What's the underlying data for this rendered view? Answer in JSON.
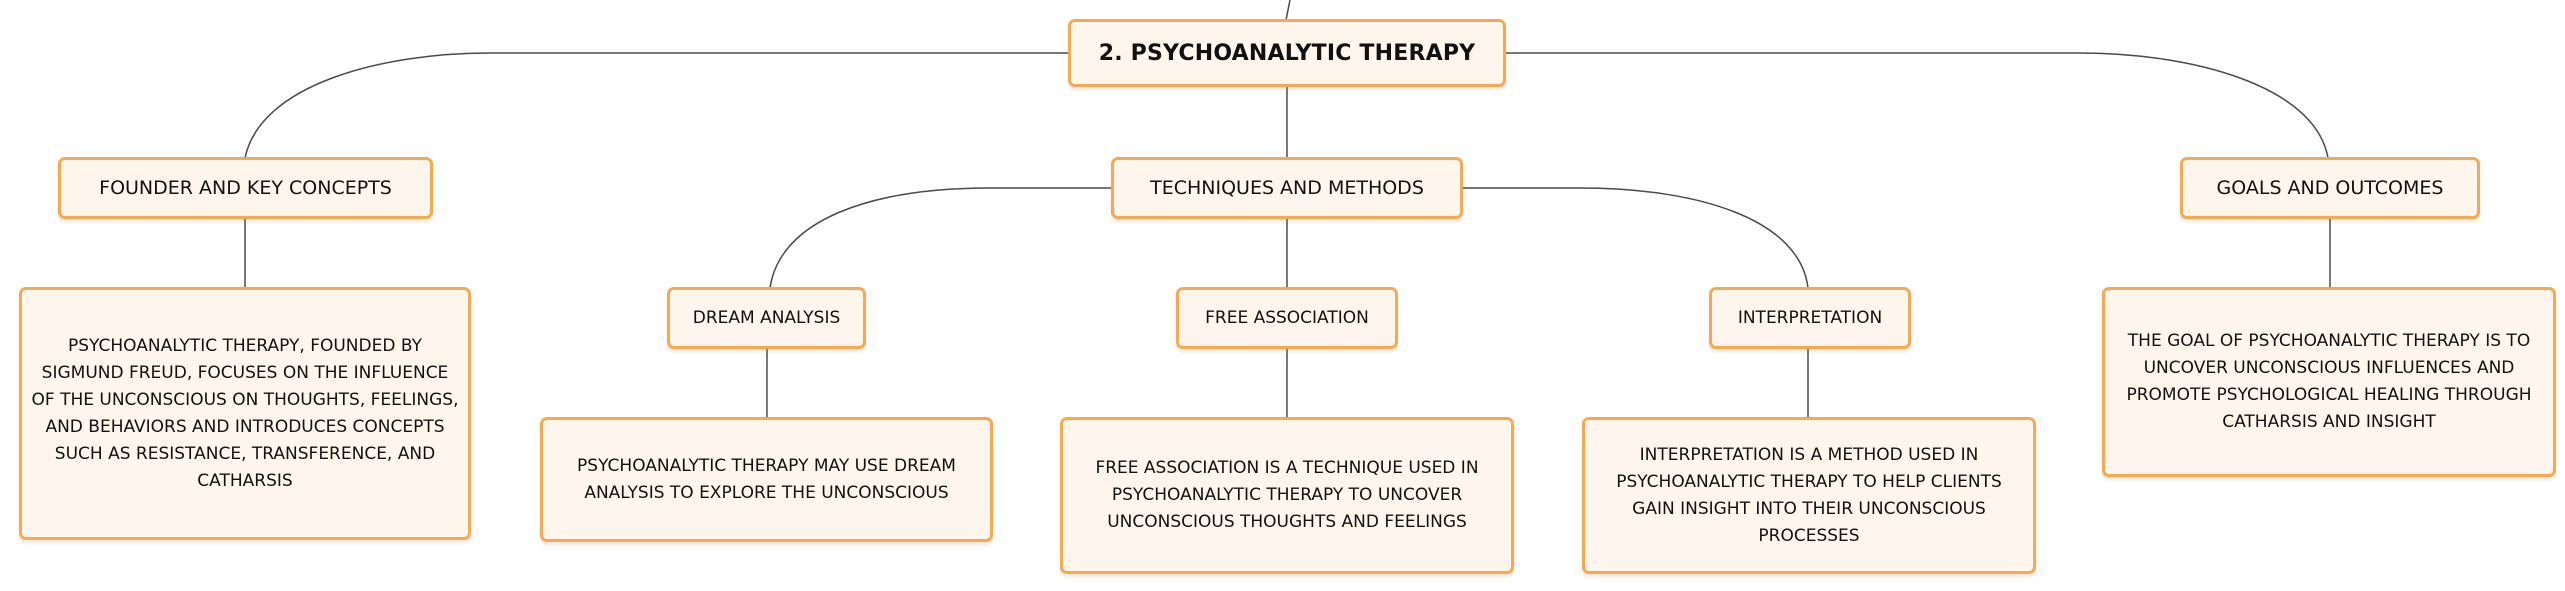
{
  "root": {
    "title": "2. PSYCHOANALYTIC THERAPY"
  },
  "branches": {
    "founder": {
      "title": "FOUNDER AND KEY CONCEPTS",
      "description": "PSYCHOANALYTIC THERAPY, FOUNDED BY SIGMUND FREUD, FOCUSES ON THE INFLUENCE OF THE UNCONSCIOUS ON THOUGHTS, FEELINGS, AND BEHAVIORS AND INTRODUCES CONCEPTS SUCH AS RESISTANCE, TRANSFERENCE, AND CATHARSIS"
    },
    "techniques": {
      "title": "TECHNIQUES AND METHODS",
      "children": {
        "dream": {
          "title": "DREAM ANALYSIS",
          "description": "PSYCHOANALYTIC THERAPY MAY USE DREAM ANALYSIS TO EXPLORE THE UNCONSCIOUS"
        },
        "free": {
          "title": "FREE ASSOCIATION",
          "description": "FREE ASSOCIATION IS A TECHNIQUE USED IN PSYCHOANALYTIC THERAPY TO UNCOVER UNCONSCIOUS THOUGHTS AND FEELINGS"
        },
        "interp": {
          "title": "INTERPRETATION",
          "description": "INTERPRETATION IS A METHOD USED IN PSYCHOANALYTIC THERAPY TO HELP CLIENTS GAIN INSIGHT INTO THEIR UNCONSCIOUS PROCESSES"
        }
      }
    },
    "goals": {
      "title": "GOALS AND OUTCOMES",
      "description": "THE GOAL OF PSYCHOANALYTIC THERAPY IS TO UNCOVER UNCONSCIOUS INFLUENCES AND PROMOTE PSYCHOLOGICAL HEALING THROUGH CATHARSIS AND INSIGHT"
    }
  },
  "colors": {
    "node_fill": "#fef5ec",
    "node_border": "#f2aa55",
    "connector": "#4a4a4a"
  }
}
